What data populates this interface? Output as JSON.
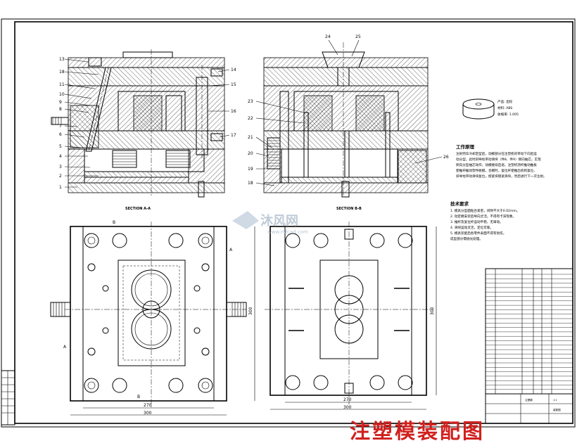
{
  "callouts_view_a": [
    "13",
    "18",
    "11",
    "10",
    "9",
    "8",
    "7",
    "6",
    "5",
    "4",
    "3",
    "2",
    "1"
  ],
  "callouts_view_a_right": [
    "14",
    "15",
    "16",
    "17"
  ],
  "callouts_view_b_top": [
    "24",
    "25"
  ],
  "callouts_view_b_left": [
    "23",
    "22",
    "21",
    "20",
    "19",
    "18"
  ],
  "callouts_view_b_right": [
    "26"
  ],
  "section_labels": {
    "a": "SECTION A-A",
    "b": "SECTION B-B"
  },
  "dimensions": {
    "left_inner": "270",
    "left_outer": "300",
    "right_inner": "270",
    "right_outer": "300",
    "left_height": "300",
    "right_height": "300"
  },
  "section_marks": {
    "a_top": "A",
    "a_bottom": "A",
    "b_top": "B",
    "b_bottom": "B"
  },
  "product_info": {
    "line1": "产品: 齿轮",
    "line2": "材料: ABS",
    "line3": "收缩率: 1.005"
  },
  "work_process": {
    "title": "工作原理",
    "lines": [
      "注射完毕冷却定型后，动模部分在注塑机的带动下向后运",
      "动分型，此时斜导柱带动滑块（件8、件9）侧向抽芯，实现",
      "侧向分型抽芯动作；动模继续后退，注塑机顶杆推动推板",
      "使推杆推动塑件脱模。合模时，复位杆使推出机构复位，",
      "斜导柱带动滑块复位，楔紧块锁紧滑块，然后进行下一次注射。"
    ]
  },
  "tech_req": {
    "title": "技术要求",
    "lines": [
      "1. 模具分型面贴合紧密，间隙不大于0.02mm。",
      "2. 动定模安装后导向灵活，不得有卡滞现象。",
      "3. 推杆及复位杆运动平稳，无窜动。",
      "4. 滑块运动灵活，定位可靠。",
      "5. 模具装配后各零件表面不得有划伤，",
      "   成型部分需抛光处理。"
    ]
  },
  "watermark": {
    "brand": "沐风网",
    "url": "www.mfcad.com"
  },
  "title_block": {
    "drawing_name": "注塑模",
    "sheet": "装配图",
    "scale": "1:1"
  },
  "drawing_title": "注塑模装配图",
  "colors": {
    "title_red": "#d0201e",
    "line": "#000000",
    "watermark": "#8aa0b8"
  }
}
